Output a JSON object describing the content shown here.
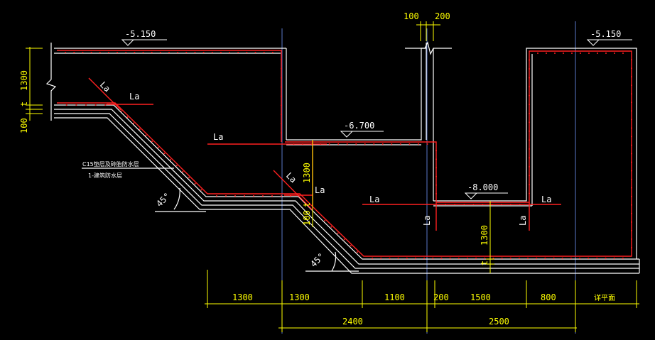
{
  "colors": {
    "background": "#000000",
    "structure": "#ffffff",
    "rebar": "#ff2020",
    "dimension": "#ffff00",
    "axis": "#5a78c8"
  },
  "elevations": {
    "left_top": "-5.150",
    "right_top": "-5.150",
    "middle": "-6.700",
    "pit": "-8.000"
  },
  "anchor_label": "La",
  "angle_label": "45°",
  "notes": {
    "line1": "C15垫层及砖胎防水层",
    "line2": "1-建筑防水层"
  },
  "vertical_dims": {
    "left_height": "1300",
    "left_t": "t",
    "left_100": "100",
    "middle_1300": "1300",
    "middle_t": "t",
    "middle_100": "100",
    "pit_1300": "1300",
    "pit_t": "t"
  },
  "top_dims": {
    "wall_100": "100",
    "wall_200": "200"
  },
  "bottom_dims": {
    "row1": [
      "1300",
      "1300",
      "1100",
      "200",
      "1500",
      "800",
      "详平面"
    ],
    "row2": [
      "2400",
      "2500"
    ]
  }
}
